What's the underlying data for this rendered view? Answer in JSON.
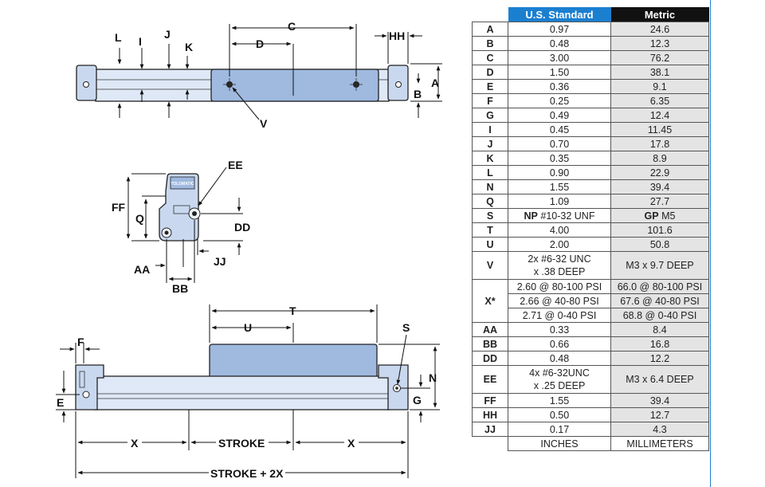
{
  "drawing": {
    "top_view_labels": {
      "L": "L",
      "I": "I",
      "J": "J",
      "K": "K",
      "C": "C",
      "D": "D",
      "HH": "HH",
      "A": "A",
      "B": "B",
      "V": "V"
    },
    "end_view_labels": {
      "EE": "EE",
      "FF": "FF",
      "Q": "Q",
      "DD": "DD",
      "AA": "AA",
      "BB": "BB",
      "JJ": "JJ",
      "logo": "TOLOMATIC"
    },
    "side_view_labels": {
      "T": "T",
      "U": "U",
      "S": "S",
      "F": "F",
      "N": "N",
      "E": "E",
      "G": "G",
      "X_left": "X",
      "STROKE": "STROKE",
      "X_right": "X",
      "total": "STROKE + 2X"
    }
  },
  "table": {
    "headers": {
      "us": "U.S. Standard",
      "metric": "Metric"
    },
    "rows": [
      {
        "label": "A",
        "us": "0.97",
        "metric": "24.6"
      },
      {
        "label": "B",
        "us": "0.48",
        "metric": "12.3"
      },
      {
        "label": "C",
        "us": "3.00",
        "metric": "76.2"
      },
      {
        "label": "D",
        "us": "1.50",
        "metric": "38.1"
      },
      {
        "label": "E",
        "us": "0.36",
        "metric": "9.1"
      },
      {
        "label": "F",
        "us": "0.25",
        "metric": "6.35"
      },
      {
        "label": "G",
        "us": "0.49",
        "metric": "12.4"
      },
      {
        "label": "I",
        "us": "0.45",
        "metric": "11.45"
      },
      {
        "label": "J",
        "us": "0.70",
        "metric": "17.8"
      },
      {
        "label": "K",
        "us": "0.35",
        "metric": "8.9"
      },
      {
        "label": "L",
        "us": "0.90",
        "metric": "22.9"
      },
      {
        "label": "N",
        "us": "1.55",
        "metric": "39.4"
      },
      {
        "label": "Q",
        "us": "1.09",
        "metric": "27.7"
      }
    ],
    "row_s": {
      "label": "S",
      "us_prefix": "NP",
      "us": "#10-32 UNF",
      "metric_prefix": "GP",
      "metric": "M5"
    },
    "rows_2": [
      {
        "label": "T",
        "us": "4.00",
        "metric": "101.6"
      },
      {
        "label": "U",
        "us": "2.00",
        "metric": "50.8"
      }
    ],
    "row_v": {
      "label": "V",
      "us_line1": "2x #6-32 UNC",
      "us_line2": "x .38 DEEP",
      "metric": "M3 x 9.7 DEEP"
    },
    "row_x": {
      "label": "X*",
      "us": [
        "2.60 @ 80-100 PSI",
        "2.66 @ 40-80 PSI",
        "2.71 @ 0-40 PSI"
      ],
      "metric": [
        "66.0 @ 80-100 PSI",
        "67.6 @ 40-80 PSI",
        "68.8 @ 0-40 PSI"
      ]
    },
    "rows_3": [
      {
        "label": "AA",
        "us": "0.33",
        "metric": "8.4"
      },
      {
        "label": "BB",
        "us": "0.66",
        "metric": "16.8"
      },
      {
        "label": "DD",
        "us": "0.48",
        "metric": "12.2"
      }
    ],
    "row_ee": {
      "label": "EE",
      "us_line1": "4x #6-32UNC",
      "us_line2": "x .25 DEEP",
      "metric": "M3 x 6.4 DEEP"
    },
    "rows_4": [
      {
        "label": "FF",
        "us": "1.55",
        "metric": "39.4"
      },
      {
        "label": "HH",
        "us": "0.50",
        "metric": "12.7"
      },
      {
        "label": "JJ",
        "us": "0.17",
        "metric": "4.3"
      }
    ],
    "footer": {
      "us": "INCHES",
      "metric": "MILLIMETERS"
    }
  }
}
